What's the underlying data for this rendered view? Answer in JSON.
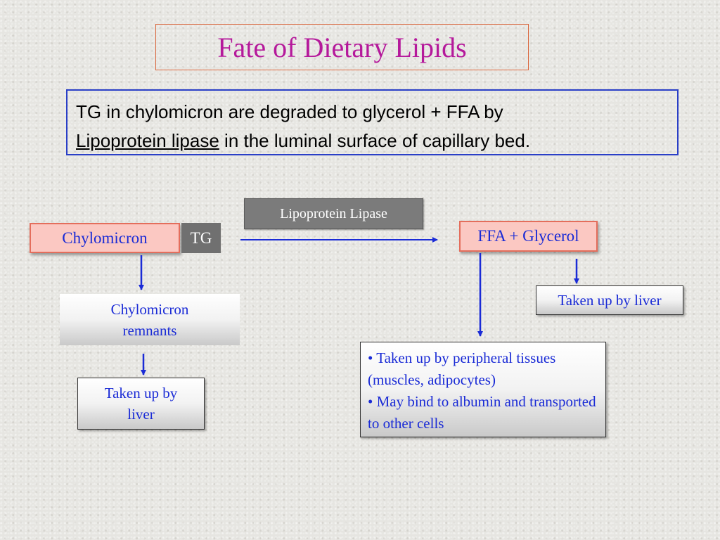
{
  "title": "Fate of Dietary Lipids",
  "definition": {
    "part1": "TG in chylomicron are degraded to glycerol + FFA by",
    "underlined": "Lipoprotein lipase",
    "part2": " in the luminal surface of capillary bed."
  },
  "nodes": {
    "enzyme": "Lipoprotein Lipase",
    "chylomicron": "Chylomicron",
    "tg": "TG",
    "ffa_glycerol": "FFA + Glycerol",
    "remnants_line1": "Chylomicron",
    "remnants_line2": "remnants",
    "liver_left_line1": "Taken up by",
    "liver_left_line2": "liver",
    "liver_right": "Taken up by liver",
    "peripheral_bullets": [
      "• Taken up by peripheral tissues (muscles, adipocytes)",
      "• May bind to albumin and transported to other cells"
    ]
  },
  "colors": {
    "title": "#b5199b",
    "node_text": "#1a2bd6",
    "arrow": "#1a2bd6",
    "node_fill": "#fbc8c2",
    "node_border": "#e46e5c"
  }
}
